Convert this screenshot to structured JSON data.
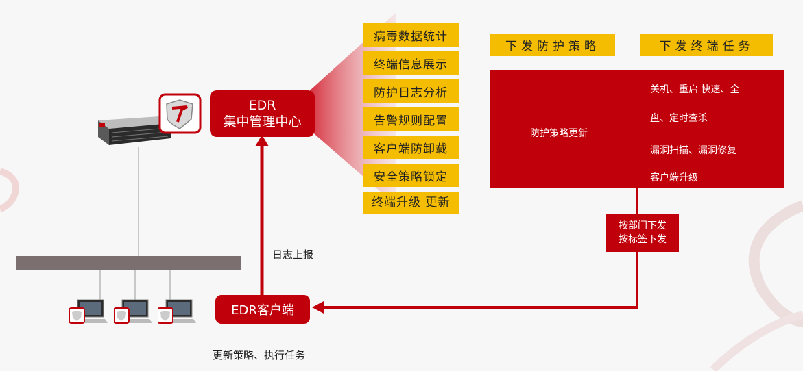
{
  "center": {
    "line1": "EDR",
    "line2": "集中管理中心"
  },
  "features": [
    "病毒数据统计",
    "终端信息展示",
    "防护日志分析",
    "告警规则配置",
    "客户端防卸载",
    "安全策略锁定",
    "终端升级 更新"
  ],
  "headers": {
    "policy": "下发防护策略",
    "task": "下发终端任务"
  },
  "policy_box": {
    "left_text": "防护策略更新",
    "right_lines": [
      "关机、重启 快速、全",
      "盘、定时查杀",
      "漏洞扫描、漏洞修复",
      "客户端升级"
    ]
  },
  "dept_box": {
    "line1": "按部门下发",
    "line2": "按标签下发"
  },
  "client": {
    "label": "EDR客户端"
  },
  "log_label": "日志上报",
  "bottom_label": "更新策略、执行任务",
  "colors": {
    "red": "#c0000b",
    "yellow": "#f5bd02"
  }
}
